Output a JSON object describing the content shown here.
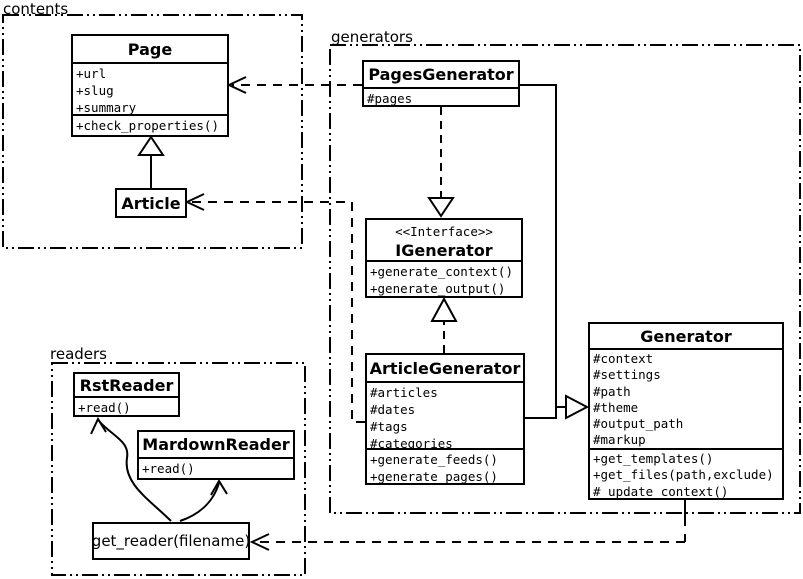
{
  "packages": {
    "contents": {
      "label": "contents"
    },
    "generators": {
      "label": "generators"
    },
    "readers": {
      "label": "readers"
    }
  },
  "classes": {
    "page": {
      "name": "Page",
      "attributes": [
        "+url",
        "+slug",
        "+summary"
      ],
      "methods": [
        "+check_properties()"
      ]
    },
    "article": {
      "name": "Article"
    },
    "pages_generator": {
      "name": "PagesGenerator",
      "attributes": [
        "#pages"
      ]
    },
    "igenerator": {
      "stereotype": "<<Interface>>",
      "name": "IGenerator",
      "methods": [
        "+generate_context()",
        "+generate_output()"
      ]
    },
    "article_generator": {
      "name": "ArticleGenerator",
      "attributes": [
        "#articles",
        "#dates",
        "#tags",
        "#categories"
      ],
      "methods": [
        "+generate_feeds()",
        "+generate_pages()"
      ]
    },
    "generator": {
      "name": "Generator",
      "attributes": [
        "#context",
        "#settings",
        "#path",
        "#theme",
        "#output_path",
        "#markup"
      ],
      "methods": [
        "+get_templates()",
        "+get_files(path,exclude)",
        "#_update_context()"
      ]
    },
    "rst_reader": {
      "name": "RstReader",
      "methods": [
        "+read()"
      ]
    },
    "mardown_reader": {
      "name": "MardownReader",
      "methods": [
        "+read()"
      ]
    },
    "get_reader": {
      "label": "get_reader(filename)"
    }
  },
  "relationships": [
    {
      "type": "generalization",
      "from": "Article",
      "to": "Page"
    },
    {
      "type": "dependency",
      "from": "PagesGenerator",
      "to": "Page"
    },
    {
      "type": "dependency",
      "from": "ArticleGenerator",
      "to": "Article"
    },
    {
      "type": "realization",
      "from": "PagesGenerator",
      "to": "IGenerator"
    },
    {
      "type": "realization",
      "from": "ArticleGenerator",
      "to": "IGenerator"
    },
    {
      "type": "generalization",
      "from": "PagesGenerator",
      "to": "Generator"
    },
    {
      "type": "generalization",
      "from": "ArticleGenerator",
      "to": "Generator"
    },
    {
      "type": "dependency",
      "from": "Generator",
      "to": "get_reader(filename)"
    },
    {
      "type": "arrow",
      "from": "get_reader(filename)",
      "to": "RstReader"
    },
    {
      "type": "arrow",
      "from": "get_reader(filename)",
      "to": "MardownReader"
    }
  ],
  "colors": {
    "line": "#000000",
    "background": "#ffffff"
  }
}
